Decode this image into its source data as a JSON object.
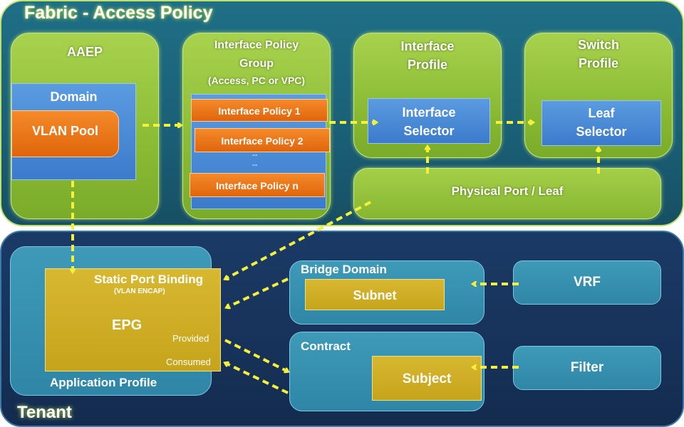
{
  "fabric": {
    "title": "Fabric - Access Policy"
  },
  "tenant": {
    "title": "Tenant"
  },
  "aaep": {
    "title": "AAEP",
    "domain": "Domain",
    "vlan_pool": "VLAN Pool"
  },
  "ipg": {
    "title_line1": "Interface Policy",
    "title_line2": "Group",
    "subtitle": "(Access, PC or VPC)",
    "policy1": "Interface Policy 1",
    "policy2": "Interface Policy 2",
    "dash1": "--",
    "dash2": "--",
    "policyn": "Interface Policy n"
  },
  "interface_profile": {
    "title_line1": "Interface",
    "title_line2": "Profile",
    "selector_line1": "Interface",
    "selector_line2": "Selector"
  },
  "switch_profile": {
    "title_line1": "Switch",
    "title_line2": "Profile",
    "selector_line1": "Leaf",
    "selector_line2": "Selector"
  },
  "physical": {
    "label": "Physical Port / Leaf"
  },
  "app_profile": {
    "label": "Application Profile",
    "static_binding": "Static Port Binding",
    "vlan_encap": "(VLAN ENCAP)",
    "epg": "EPG",
    "provided": "Provided",
    "consumed": "Consumed"
  },
  "bridge_domain": {
    "label": "Bridge Domain",
    "subnet": "Subnet"
  },
  "vrf": {
    "label": "VRF"
  },
  "contract": {
    "label": "Contract",
    "subject": "Subject"
  },
  "filter": {
    "label": "Filter"
  },
  "colors": {
    "arrow": "#f5f03a",
    "green": "#8dbd36",
    "blue": "#3c7bcc",
    "orange": "#e0650c",
    "yellow": "#c6a41c"
  }
}
